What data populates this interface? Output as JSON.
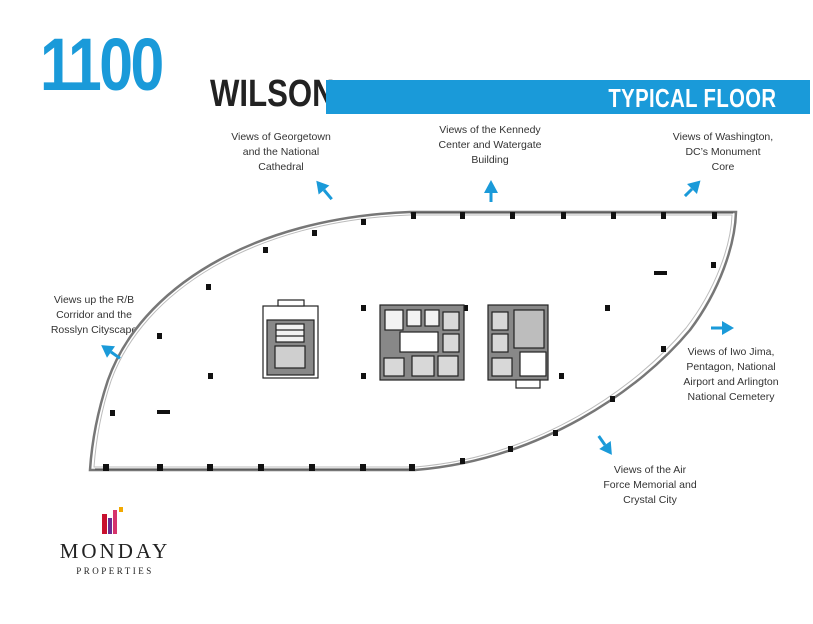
{
  "header": {
    "number": "1100",
    "word": "WILSON",
    "banner": "TYPICAL FLOOR"
  },
  "colors": {
    "accent": "#1a9ad9",
    "dark": "#222222",
    "arrow": "#1a9ad9"
  },
  "views": {
    "georgetown": [
      "Views of Georgetown",
      "and the National",
      "Cathedral"
    ],
    "kennedy": [
      "Views of the Kennedy",
      "Center and Watergate",
      "Building"
    ],
    "washington": [
      "Views of Washington,",
      "DC’s Monument",
      "Core"
    ],
    "rosslyn": [
      "Views up the R/B",
      "Corridor and the",
      "Rosslyn Cityscape"
    ],
    "iwojima": [
      "Views of Iwo Jima,",
      "Pentagon, National",
      "Airport and Arlington",
      "National Cemetery"
    ],
    "airforce": [
      "Views of the Air",
      "Force Memorial and",
      "Crystal City"
    ]
  },
  "logo": {
    "name": "MONDAY",
    "sub": "PROPERTIES"
  }
}
